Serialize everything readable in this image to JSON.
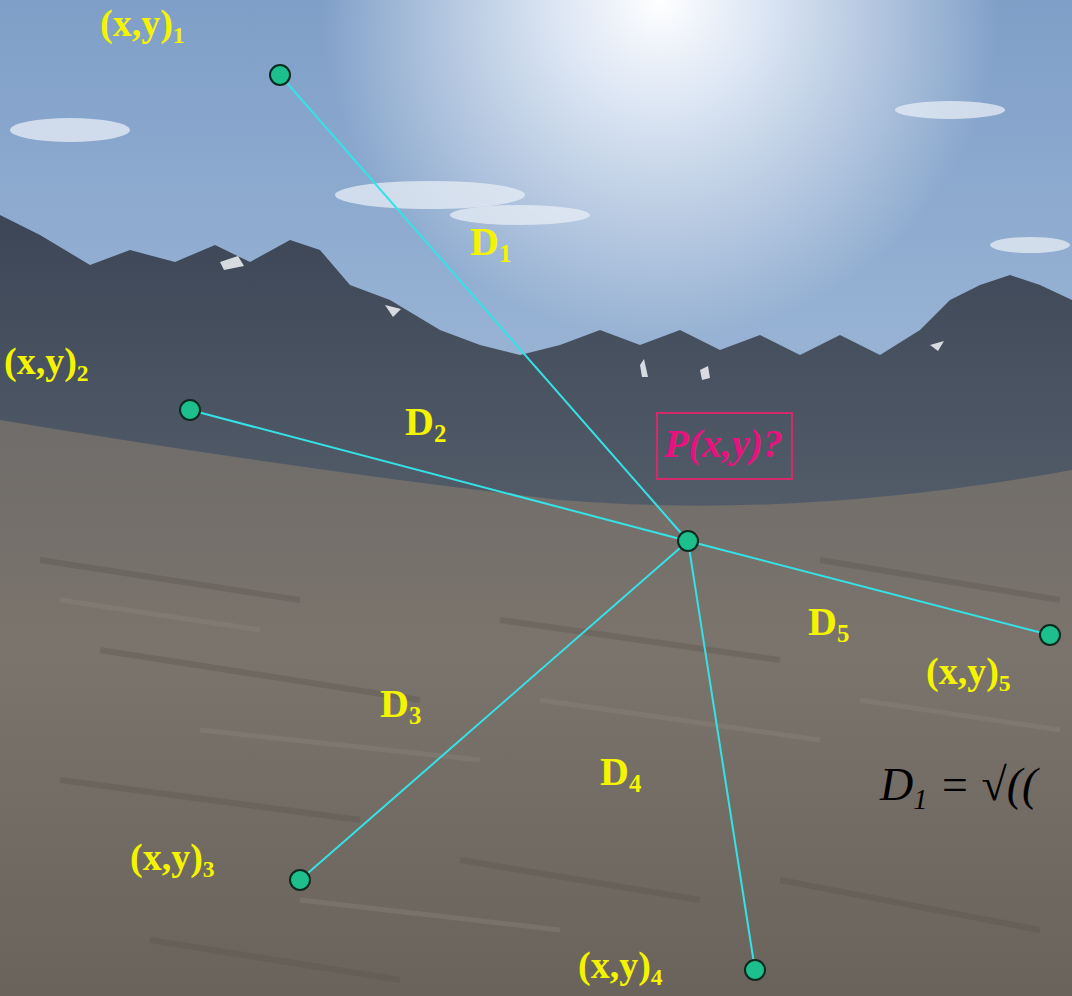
{
  "diagram": {
    "nodes": [
      {
        "text": [
          "(x,y)1"
        ]
      },
      {
        "text": [
          "(x,y)2"
        ]
      },
      {
        "text": [
          "(x,y)3"
        ]
      },
      {
        "text": [
          "(x,y)4"
        ]
      },
      {
        "text": [
          "(x,y)5"
        ]
      },
      {
        "text": [
          "P(x,y)?"
        ]
      }
    ],
    "edges": [
      {
        "from": 0,
        "to": 5,
        "arrow": "none",
        "label": "D1"
      },
      {
        "from": 1,
        "to": 5,
        "arrow": "none",
        "label": "D2"
      },
      {
        "from": 2,
        "to": 5,
        "arrow": "none",
        "label": "D3"
      },
      {
        "from": 3,
        "to": 5,
        "arrow": "none",
        "label": "D4"
      },
      {
        "from": 4,
        "to": 5,
        "arrow": "none",
        "label": "D5"
      }
    ],
    "labels": [
      "D1 = √(("
    ]
  }
}
